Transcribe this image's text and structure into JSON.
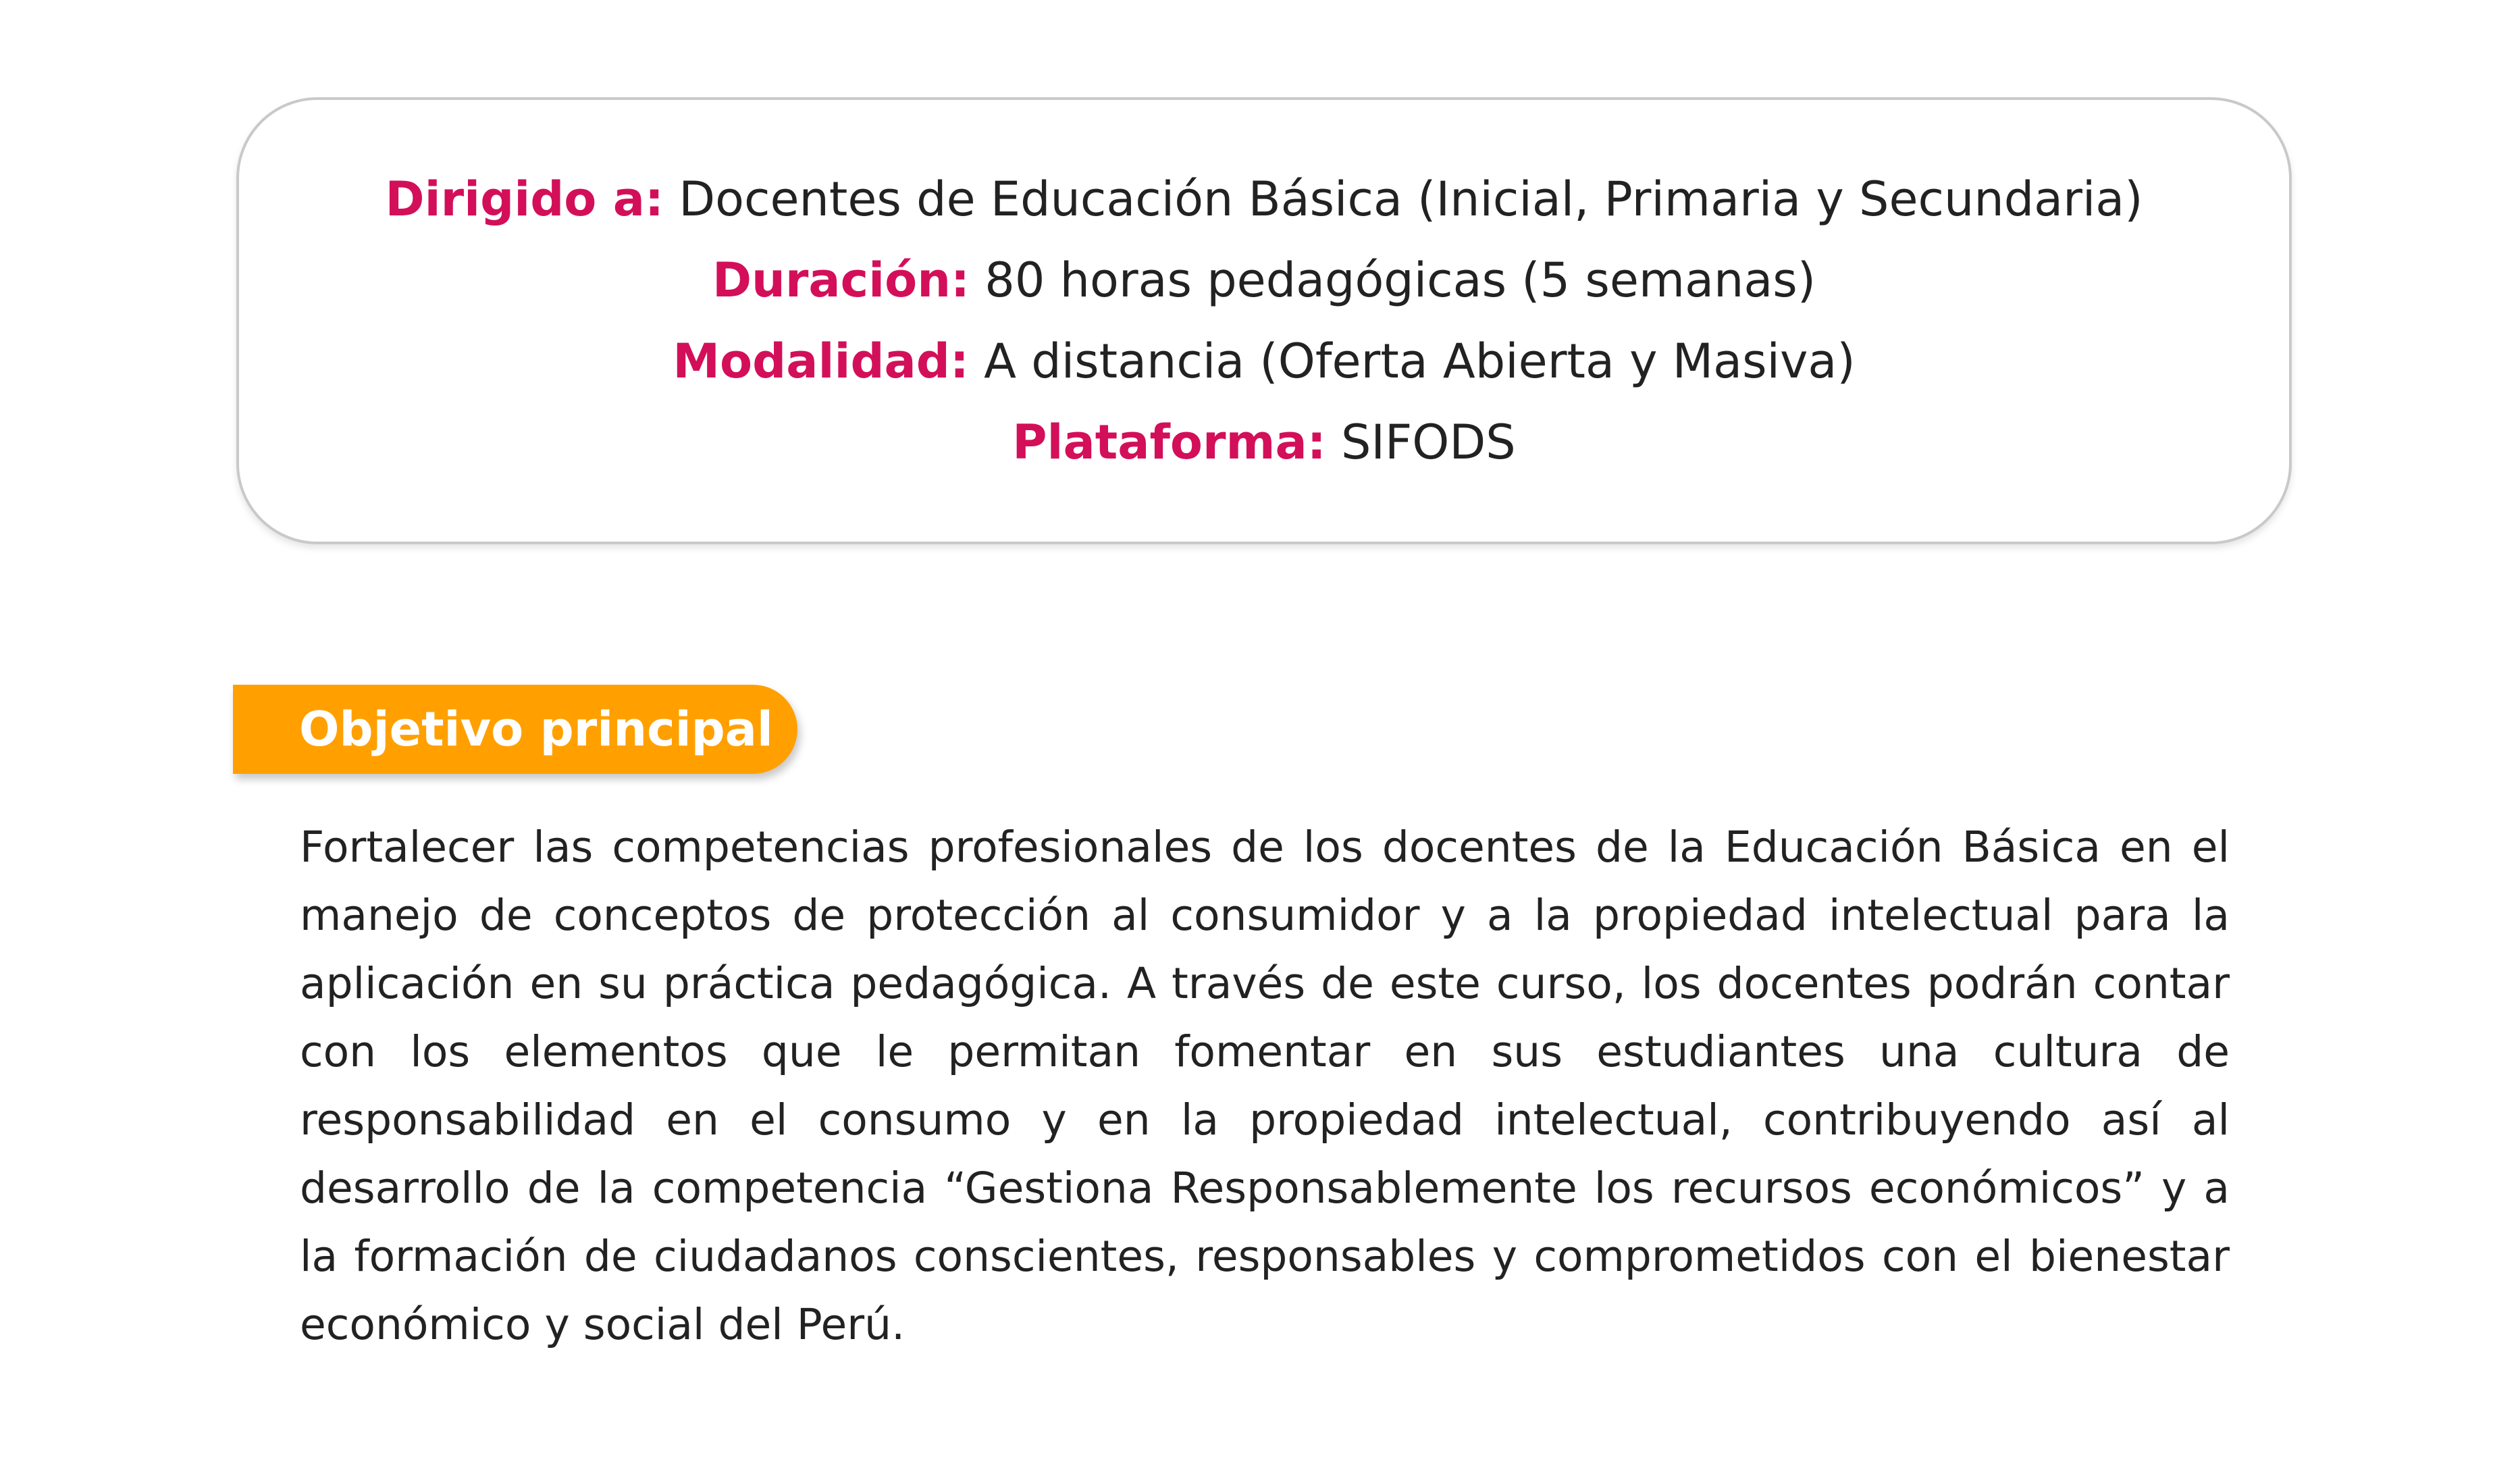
{
  "info_card": {
    "rows": [
      {
        "label": "Dirigido a:",
        "value": " Docentes de Educación Básica (Inicial, Primaria y Secundaria)"
      },
      {
        "label": "Duración:",
        "value": " 80 horas pedagógicas (5 semanas)"
      },
      {
        "label": "Modalidad:",
        "value": " A distancia (Oferta Abierta y Masiva)"
      },
      {
        "label": "Plataforma:",
        "value": " SIFODS"
      }
    ]
  },
  "objective": {
    "title": "Objetivo principal",
    "body": "Fortalecer las competencias profesionales de los docentes  de  la Educación Básica en el manejo de conceptos de protección al consumidor y a la propiedad intelectual para la aplicación en su práctica pedagógica. A través de este curso, los docentes podrán contar con los elementos que le permitan fomentar en sus estudiantes una cultura de responsabilidad en el consumo y en la propiedad intelectual, contribuyendo así al desarrollo de la competencia “Gestiona Responsablemente los recursos económicos” y a la formación de ciudadanos conscientes, responsables y comprometidos con el bienestar económico y social del Perú."
  },
  "colors": {
    "label_accent": "#d30f5a",
    "tag_background": "#ffa000",
    "card_border": "#c9c9c9"
  }
}
